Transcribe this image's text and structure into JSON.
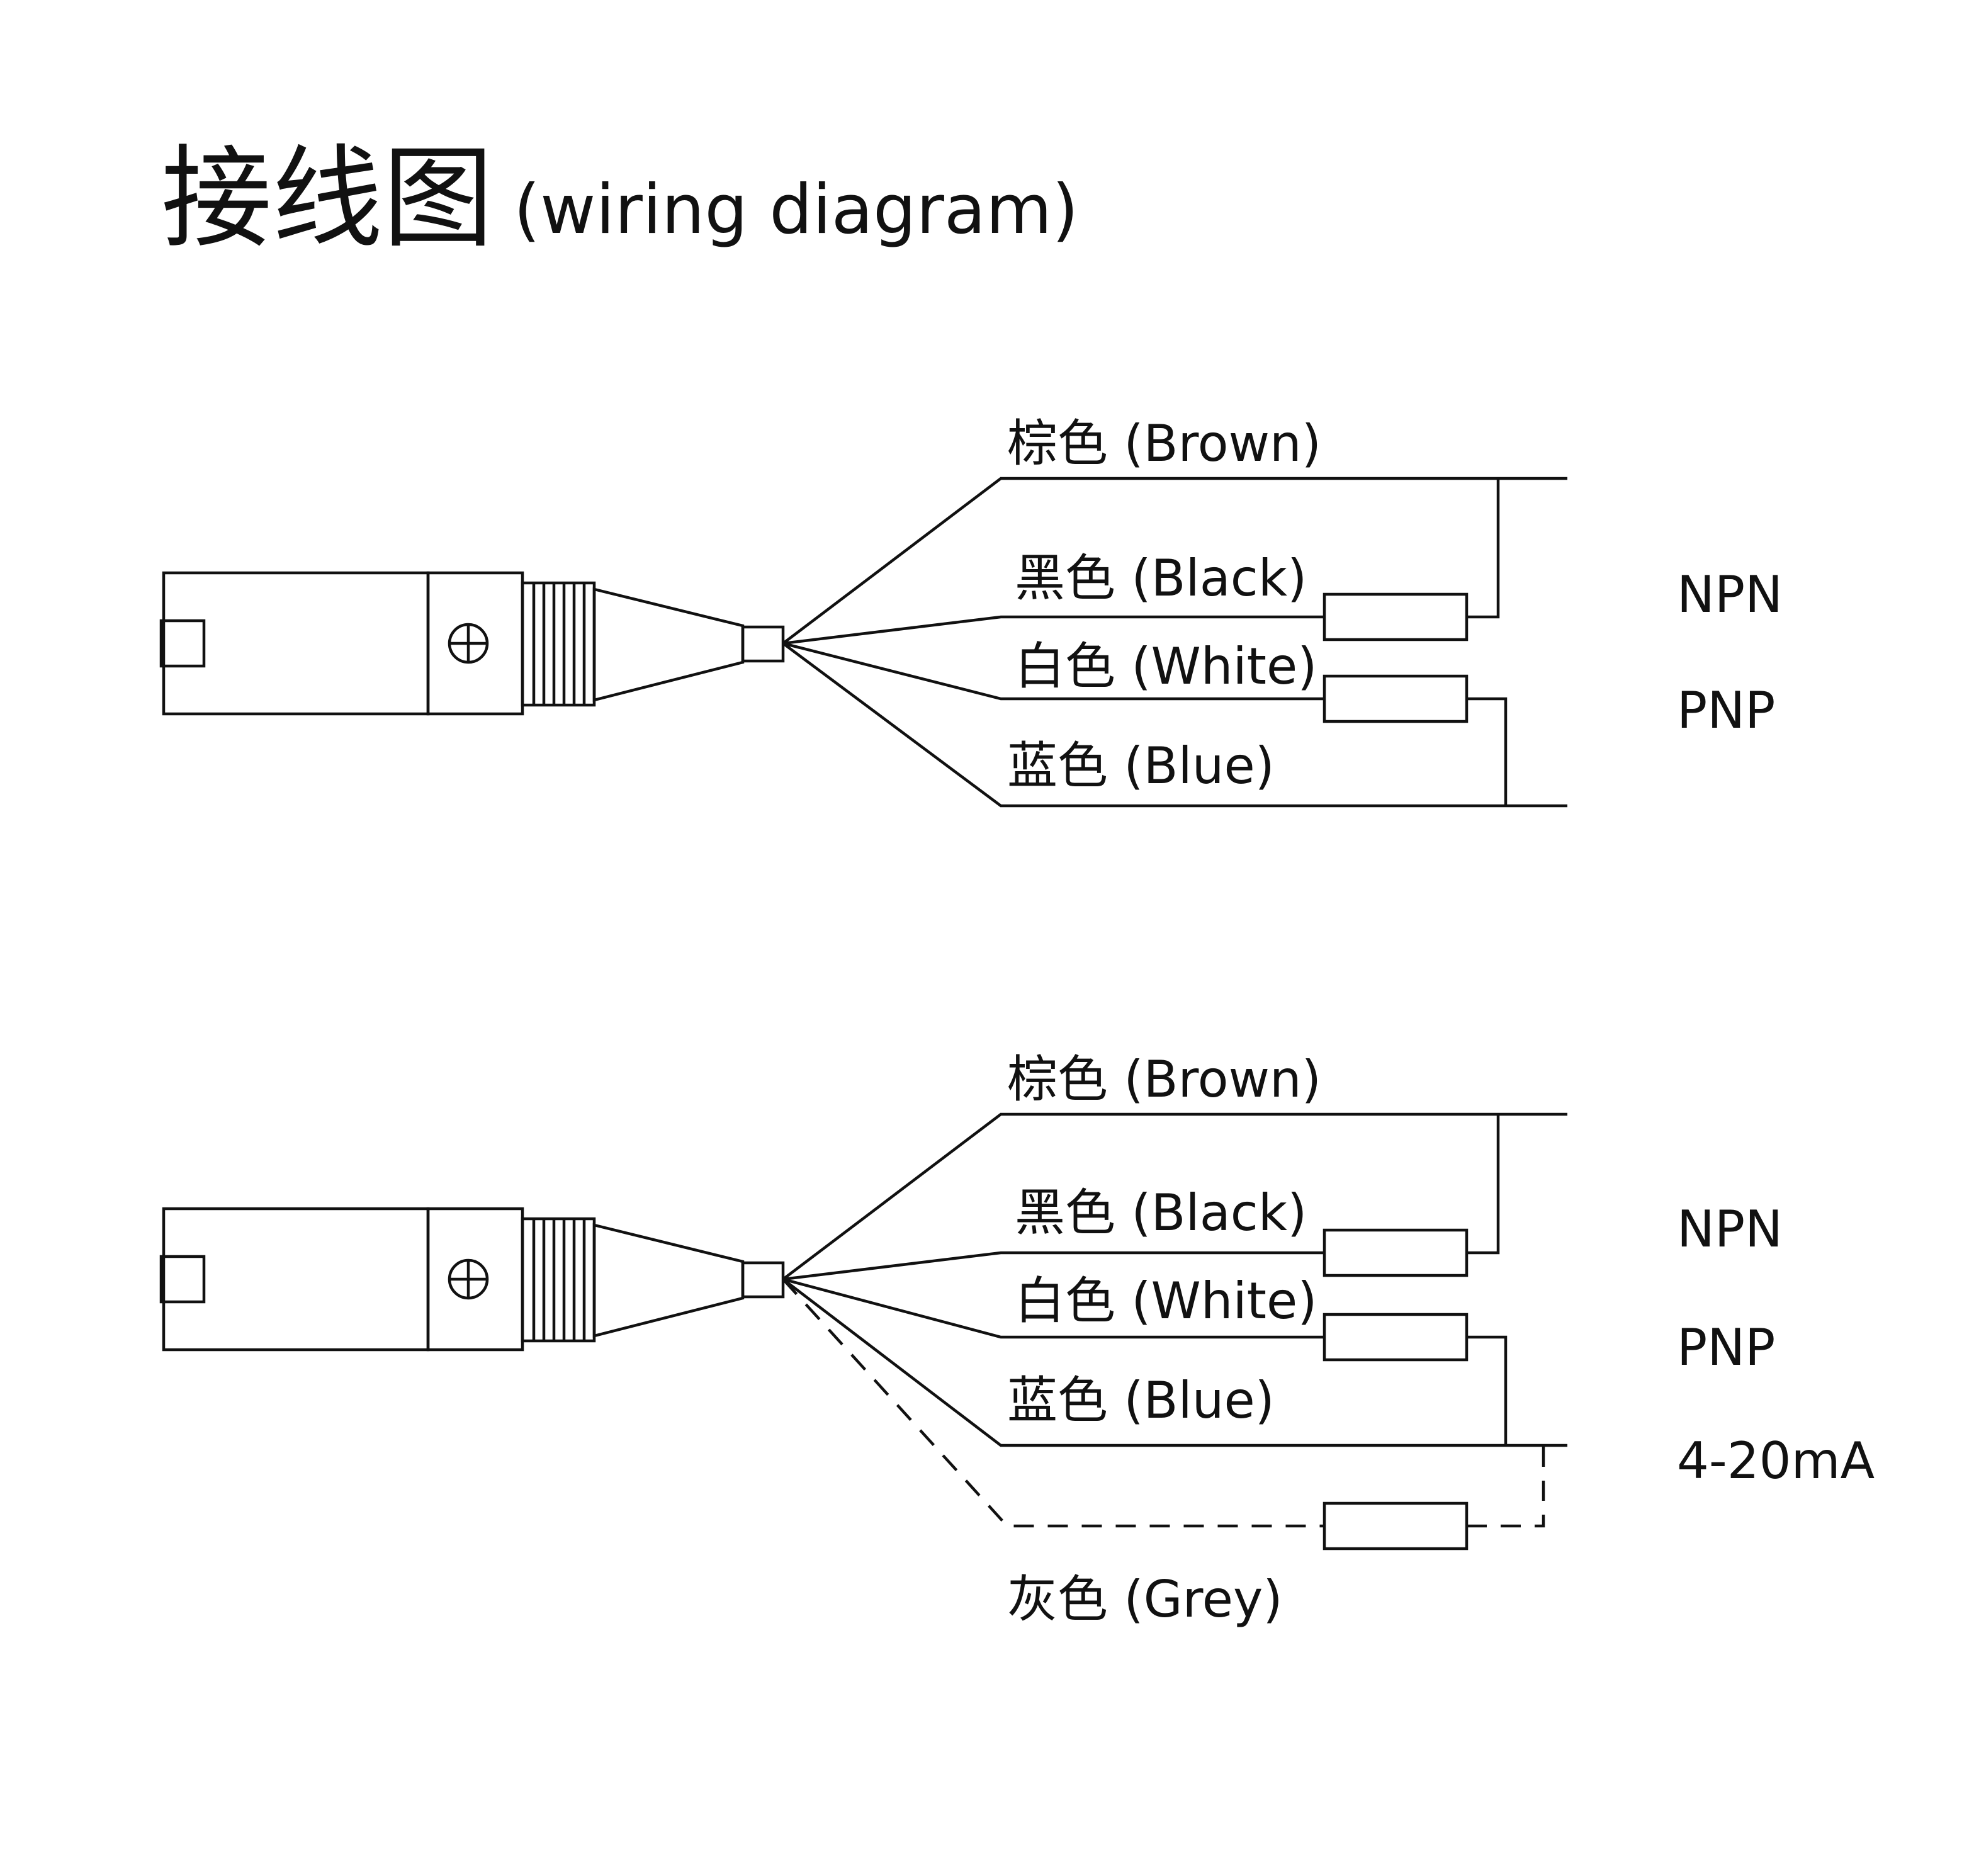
{
  "title": {
    "zh": "接线图",
    "en": "(wiring diagram)"
  },
  "palette": {
    "ink": "#111111",
    "background": "#ffffff"
  },
  "diagram_top": {
    "wires": {
      "brown": "棕色 (Brown)",
      "black": "黑色 (Black)",
      "white": "白色 (White)",
      "blue": "蓝色 (Blue)"
    },
    "outputs": {
      "npn": "NPN",
      "pnp": "PNP"
    }
  },
  "diagram_bottom": {
    "wires": {
      "brown": "棕色 (Brown)",
      "black": "黑色 (Black)",
      "white": "白色 (White)",
      "blue": "蓝色 (Blue)",
      "grey": "灰色 (Grey)"
    },
    "outputs": {
      "npn": "NPN",
      "pnp": "PNP",
      "analog": "4-20mA"
    }
  }
}
